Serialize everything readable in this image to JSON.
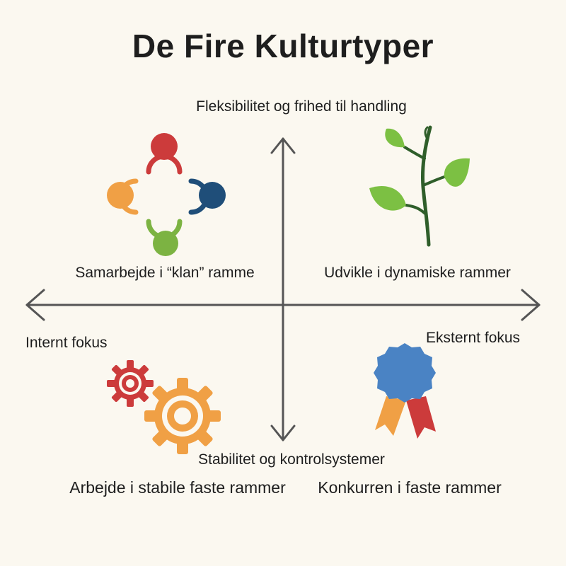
{
  "title": "De Fire Kulturtyper",
  "axes": {
    "top": "Fleksibilitet og frihed til handling",
    "bottom": "Stabilitet og kontrolsystemer",
    "left": "Internt fokus",
    "right": "Eksternt fokus"
  },
  "quadrants": {
    "top_left": {
      "label": "Samarbejde i “klan” ramme",
      "icon": "people-circle-icon"
    },
    "top_right": {
      "label": "Udvikle i dynamiske rammer",
      "icon": "plant-sprout-icon"
    },
    "bottom_left": {
      "label": "Arbejde i stabile faste rammer",
      "icon": "gears-icon"
    },
    "bottom_right": {
      "label": "Konkurren i faste rammer",
      "icon": "award-ribbon-icon"
    }
  },
  "colors": {
    "background": "#fbf8f0",
    "axis": "#555555",
    "red": "#cc3b3b",
    "orange": "#f0a045",
    "navy": "#1f4e79",
    "green": "#7cb342",
    "leaf": "#7cc043",
    "stem": "#2f5e2a",
    "rosette": "#4a83c4"
  }
}
